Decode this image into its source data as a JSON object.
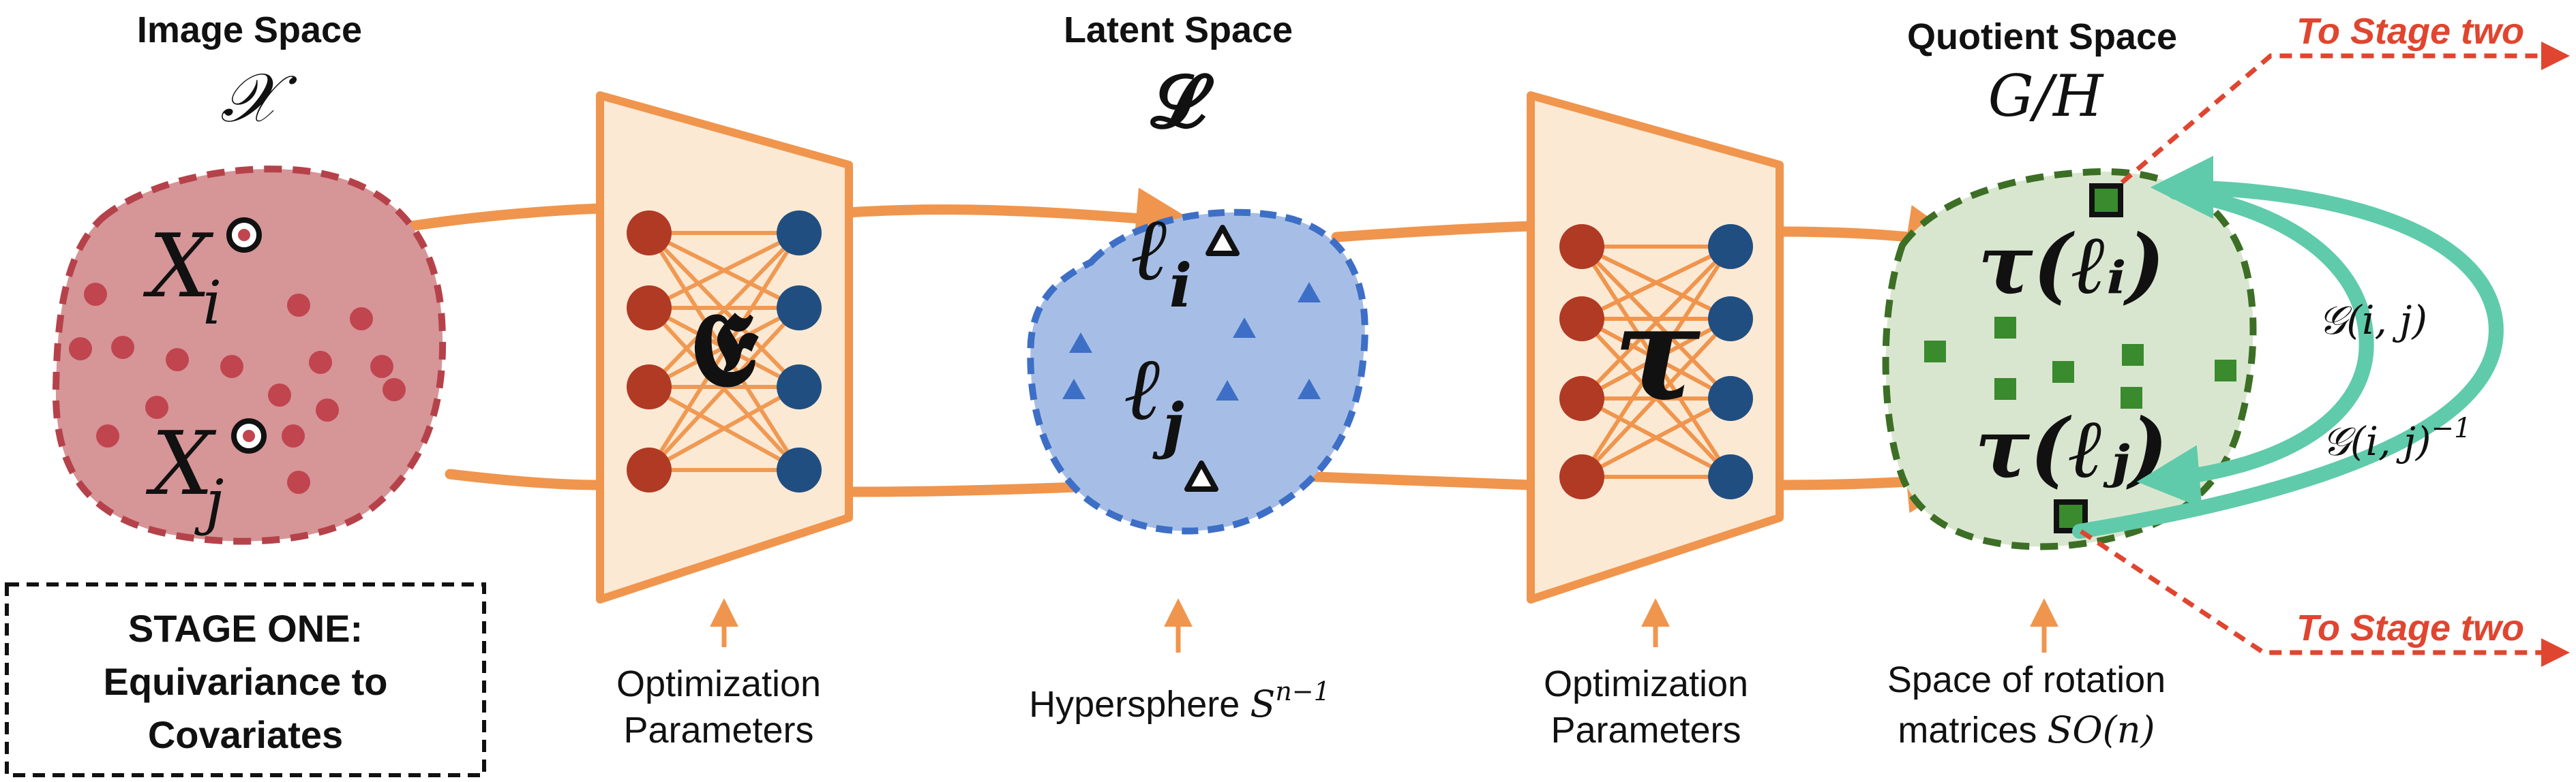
{
  "colors": {
    "orange": "#F0954D",
    "orange_fill": "#FCE9D4",
    "red_blob_fill": "#D69597",
    "red_blob_stroke": "#B5424A",
    "red_dot": "#C0454F",
    "blue_blob_fill": "#A6BEE6",
    "blue_blob_stroke": "#3E6FC6",
    "blue_tri": "#3E6FC6",
    "green_blob_fill": "#D9E6CF",
    "green_blob_stroke": "#3C6F25",
    "green_sq": "#3A8A2E",
    "teal": "#5FCBAA",
    "node_red": "#B03A24",
    "node_blue": "#204E80",
    "dash_red": "#E0452F"
  },
  "image_space": {
    "title": "Image Space",
    "symbol": "𝒳",
    "point_i": {
      "base": "X",
      "sub": "i"
    },
    "point_j": {
      "base": "X",
      "sub": "j"
    }
  },
  "latent_space": {
    "title": "Latent Space",
    "symbol": "𝓛",
    "point_i": {
      "base": "ℓ",
      "sub": "i"
    },
    "point_j": {
      "base": "ℓ",
      "sub": "j"
    }
  },
  "quotient_space": {
    "title": "Quotient Space",
    "symbol": "G/H",
    "point_i": "τ(ℓᵢ)",
    "point_j": "τ(ℓⱼ)"
  },
  "encoder": {
    "symbol": "𝕰",
    "caption": [
      "Optimization",
      "Parameters"
    ]
  },
  "tau_net": {
    "symbol": "τ",
    "caption": [
      "Optimization",
      "Parameters"
    ]
  },
  "hypersphere": {
    "text": "Hypersphere ",
    "symbol": "S",
    "sup": "n−1"
  },
  "rotation": {
    "line1": "Space of rotation",
    "line2_text": "matrices ",
    "line2_symbol": "SO(n)"
  },
  "group_action": {
    "forward": "𝒢(i, j)",
    "inverse": "𝒢(i, j)",
    "inverse_sup": "−1"
  },
  "stage_labels": {
    "top": "To Stage two",
    "bottom": "To Stage two"
  },
  "stage_box": {
    "lines": [
      "STAGE ONE:",
      "Equivariance to",
      "Covariates"
    ]
  }
}
